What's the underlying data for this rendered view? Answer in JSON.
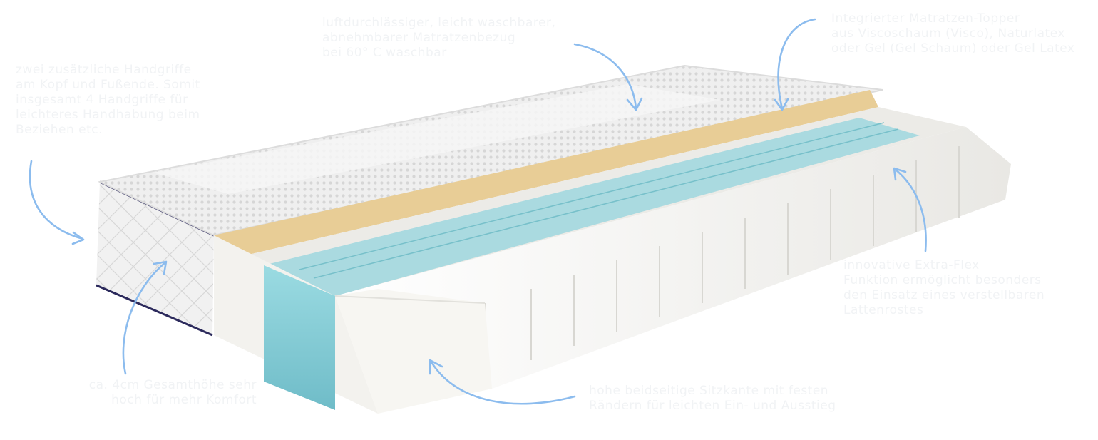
{
  "annotations": {
    "removable_cover": "luftdurchlässiger, leicht waschbarer,\nabnehmbarer Matratzenbezug\nbei 60° C waschbar",
    "integrated_topper": "Integrierter Matratzen-Topper\naus Viscoschaum (Visco), Naturlatex\noder Gel (Gel Schaum) oder Gel Latex",
    "handles": "zwei zusätzliche Handgriffe\nam Kopf und Fußende. Somit\ninsgesamt 4 Handgriffe für\nleichteres Handhabung beim\nBeziehen etc.",
    "extra_flex": "innovative Extra-Flex\nFunktion ermöglicht besonders\nden Einsatz eines verstellbaren\nLattenrostes",
    "total_height": "ca. 4cm Gesamthöhe sehr\nhoch für mehr Komfort",
    "seat_edge": "hohe beidseitige Sitzkante mit festen\nRändern für leichten Ein- und Ausstieg"
  },
  "colors": {
    "arrow": "#8cbcee",
    "foam": "#f4f3f0",
    "gel_foam": "#8ed2da",
    "topper_layer": "#e8cd96",
    "cover": "#eeeeee",
    "piping": "#2c2a5c"
  },
  "icons": [
    "arrow-icon"
  ]
}
